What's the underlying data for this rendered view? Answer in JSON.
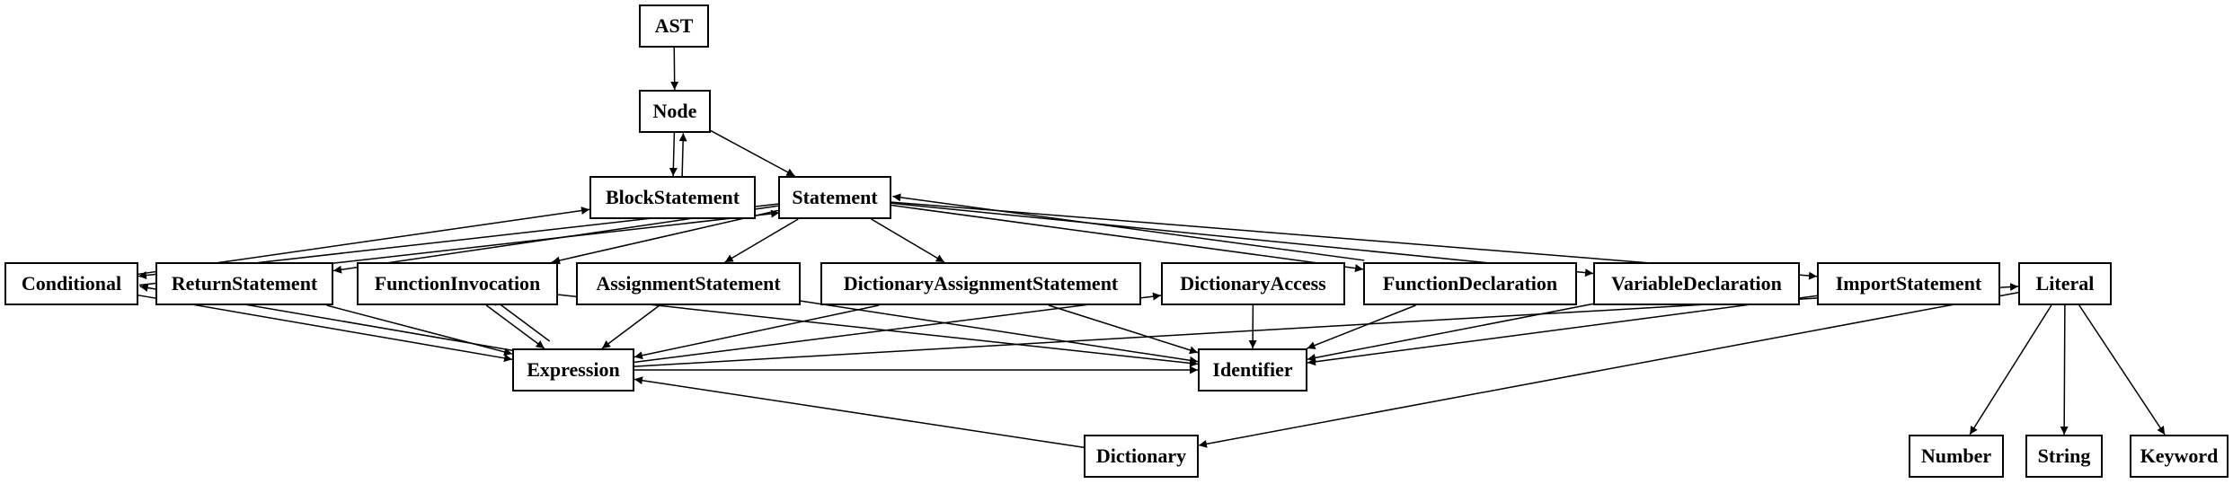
{
  "diagram": {
    "nodes": {
      "ast": "AST",
      "node": "Node",
      "block_statement": "BlockStatement",
      "statement": "Statement",
      "conditional": "Conditional",
      "return_statement": "ReturnStatement",
      "function_invocation": "FunctionInvocation",
      "assignment_statement": "AssignmentStatement",
      "dictionary_assignment_statement": "DictionaryAssignmentStatement",
      "dictionary_access": "DictionaryAccess",
      "function_declaration": "FunctionDeclaration",
      "variable_declaration": "VariableDeclaration",
      "import_statement": "ImportStatement",
      "literal": "Literal",
      "expression": "Expression",
      "identifier": "Identifier",
      "dictionary": "Dictionary",
      "number": "Number",
      "string": "String",
      "keyword": "Keyword"
    },
    "edges": [
      [
        "ast",
        "node"
      ],
      [
        "node",
        "block_statement"
      ],
      [
        "block_statement",
        "node"
      ],
      [
        "node",
        "statement"
      ],
      [
        "statement",
        "conditional"
      ],
      [
        "statement",
        "return_statement"
      ],
      [
        "statement",
        "function_invocation"
      ],
      [
        "statement",
        "assignment_statement"
      ],
      [
        "statement",
        "dictionary_assignment_statement"
      ],
      [
        "statement",
        "function_declaration"
      ],
      [
        "statement",
        "variable_declaration"
      ],
      [
        "statement",
        "import_statement"
      ],
      [
        "conditional",
        "block_statement"
      ],
      [
        "conditional",
        "statement"
      ],
      [
        "conditional",
        "expression"
      ],
      [
        "expression",
        "conditional"
      ],
      [
        "function_declaration",
        "statement"
      ],
      [
        "return_statement",
        "expression"
      ],
      [
        "function_invocation",
        "expression"
      ],
      [
        "expression",
        "function_invocation"
      ],
      [
        "function_invocation",
        "identifier"
      ],
      [
        "assignment_statement",
        "expression"
      ],
      [
        "assignment_statement",
        "identifier"
      ],
      [
        "dictionary_assignment_statement",
        "expression"
      ],
      [
        "dictionary_assignment_statement",
        "identifier"
      ],
      [
        "dictionary_access",
        "identifier"
      ],
      [
        "expression",
        "dictionary_access"
      ],
      [
        "expression",
        "identifier"
      ],
      [
        "expression",
        "literal"
      ],
      [
        "function_declaration",
        "identifier"
      ],
      [
        "variable_declaration",
        "identifier"
      ],
      [
        "import_statement",
        "identifier"
      ],
      [
        "literal",
        "dictionary"
      ],
      [
        "literal",
        "number"
      ],
      [
        "literal",
        "string"
      ],
      [
        "literal",
        "keyword"
      ],
      [
        "dictionary",
        "expression"
      ]
    ]
  }
}
